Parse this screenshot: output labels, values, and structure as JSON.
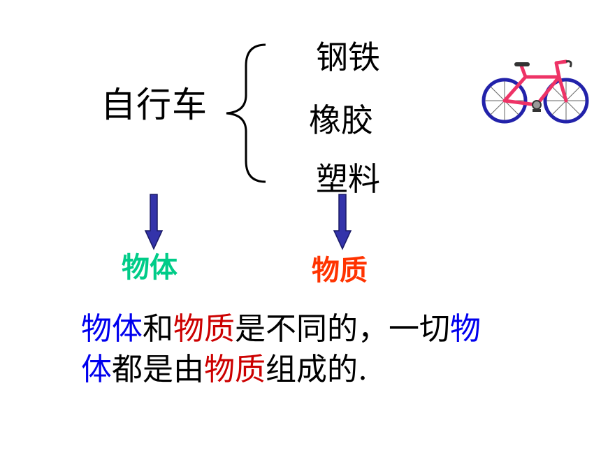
{
  "subject": "自行车",
  "materials": [
    "钢铁",
    "橡胶",
    "塑料"
  ],
  "labels": {
    "object": "物体",
    "substance": "物质"
  },
  "sentence": {
    "line1": [
      {
        "text": "物体",
        "color": "#0000ee"
      },
      {
        "text": "和",
        "color": "#000000"
      },
      {
        "text": "物质",
        "color": "#cc0000"
      },
      {
        "text": "是不同的，一切",
        "color": "#000000"
      },
      {
        "text": "物",
        "color": "#0000ee"
      }
    ],
    "line2": [
      {
        "text": "体",
        "color": "#0000ee"
      },
      {
        "text": "都是由",
        "color": "#000000"
      },
      {
        "text": "物质",
        "color": "#cc0000"
      },
      {
        "text": "组成的.",
        "color": "#000000"
      }
    ]
  },
  "colors": {
    "object_label": "#00cc88",
    "substance_label": "#ff3300",
    "arrow_fill": "#3333aa",
    "arrow_stroke": "#1a1a66",
    "bike_frame": "#ee3366",
    "bike_wheel": "#2222aa"
  },
  "icons": {
    "bicycle": "bicycle-icon",
    "down_arrow": "down-arrow-icon",
    "brace": "left-brace-icon"
  }
}
